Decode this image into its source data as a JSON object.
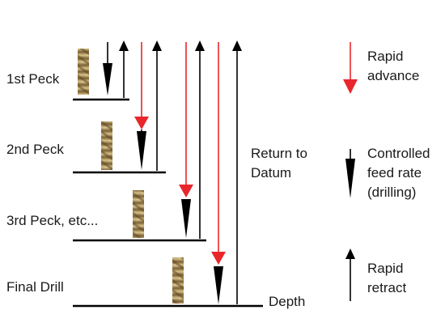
{
  "stages": [
    {
      "label": "1st Peck"
    },
    {
      "label": "2nd Peck"
    },
    {
      "label": "3rd Peck, etc..."
    },
    {
      "label": "Final Drill"
    }
  ],
  "return_label": [
    "Return to",
    "Datum"
  ],
  "depth_label": "Depth",
  "legend": {
    "rapid_advance": [
      "Rapid",
      "advance"
    ],
    "controlled_feed": [
      "Controlled",
      "feed rate",
      "(drilling)"
    ],
    "rapid_retract": [
      "Rapid",
      "retract"
    ]
  },
  "colors": {
    "rapid_advance": "#e8262b",
    "feed": "#000000",
    "retract": "#000000",
    "drill_bit": "#c9a95e"
  }
}
